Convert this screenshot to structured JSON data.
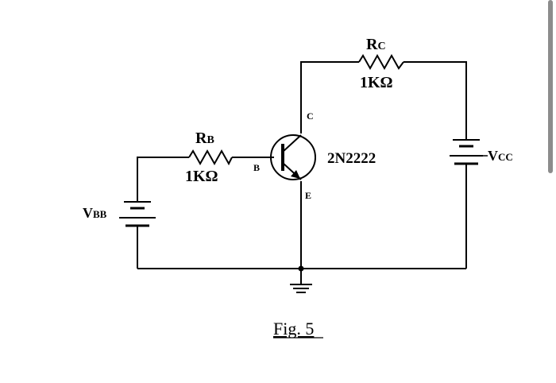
{
  "resistor_c": {
    "prefix": "R",
    "sub": "C",
    "value": "1KΩ"
  },
  "resistor_b": {
    "prefix": "R",
    "sub": "B",
    "value": "1KΩ"
  },
  "transistor": {
    "part": "2N2222",
    "pin_c": "C",
    "pin_b": "B",
    "pin_e": "E"
  },
  "source_cc": {
    "prefix": "V",
    "sub": "CC"
  },
  "source_bb": {
    "prefix": "V",
    "sub": "BB"
  },
  "caption": "Fig. 5"
}
